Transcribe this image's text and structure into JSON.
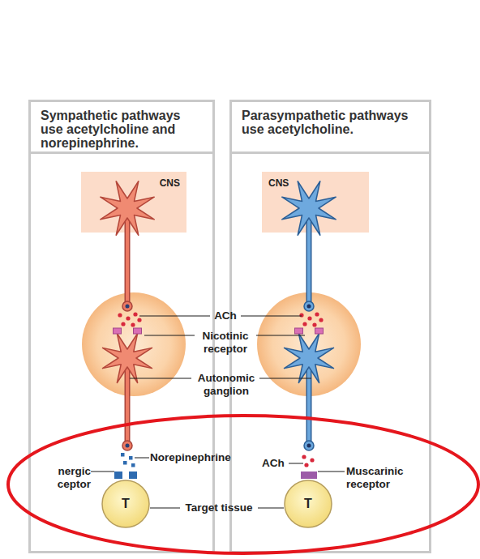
{
  "diagram": {
    "nodes": [
      {
        "text": [
          "Sympathetic pathways use acetylcholine and norepinephrine."
        ]
      },
      {
        "text": [
          "Parasympathetic pathways use acetylcholine."
        ]
      },
      {
        "text": [
          "CNS"
        ],
        "in": 0
      },
      {
        "text": [
          "CNS"
        ],
        "in": 1
      },
      {
        "text": [
          "T"
        ],
        "in": 0
      },
      {
        "text": [
          "T"
        ],
        "in": 1
      }
    ],
    "labels": [
      "ACh",
      "Nicotinic receptor",
      "Autonomic ganglion",
      "Norepinephrine",
      "nergic ceptor",
      "ACh",
      "Muscarinic receptor",
      "Target tissue"
    ]
  }
}
